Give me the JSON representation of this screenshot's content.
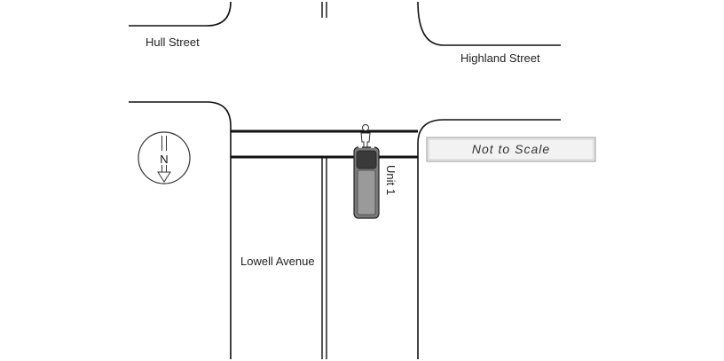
{
  "streets": {
    "hull": "Hull Street",
    "highland": "Highland Street",
    "lowell": "Lowell Avenue"
  },
  "vehicle": {
    "label": "Unit 1"
  },
  "compass": {
    "letter": "N"
  },
  "scale_note": "Not to Scale",
  "colors": {
    "line": "#111111",
    "vehicle_body": "#7a7a7a",
    "vehicle_window": "#3a3a3a",
    "banner_bg": "#f2f2f2"
  }
}
